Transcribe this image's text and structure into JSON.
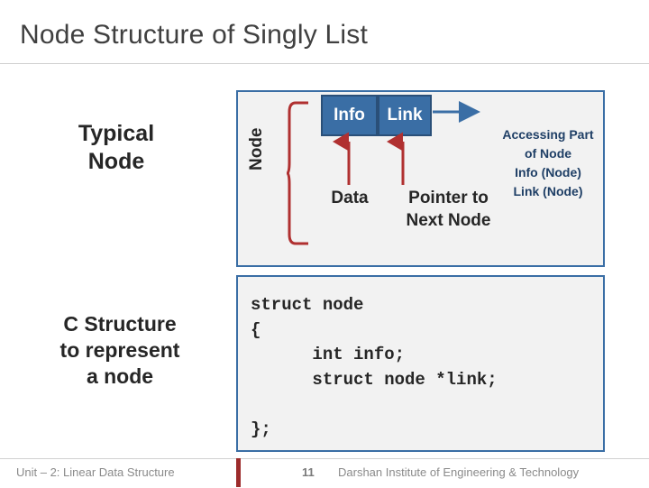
{
  "slide": {
    "title": "Node Structure of Singly List"
  },
  "labels": {
    "typical_node": "Typical\nNode",
    "c_structure": "C Structure\nto represent\na node",
    "node_vertical": "Node"
  },
  "node_diagram": {
    "info_cell": "Info",
    "link_cell": "Link",
    "data_label": "Data",
    "pointer_label": "Pointer to\nNext Node",
    "accessing_part": "Accessing Part\nof Node\nInfo (Node)\nLink (Node)"
  },
  "code": {
    "text": "struct node\n{\n      int info;\n      struct node *link;\n\n};"
  },
  "footer": {
    "left": "Unit – 2: Linear Data Structure",
    "page": "11",
    "right": "Darshan Institute of Engineering & Technology"
  },
  "colors": {
    "cell_fill": "#3a6ea5",
    "panel_border": "#3a6ea5",
    "panel_fill": "#f2f2f2",
    "arrow_red": "#b03030",
    "accent_red": "#9c2b2b",
    "title_gray": "#404040"
  }
}
